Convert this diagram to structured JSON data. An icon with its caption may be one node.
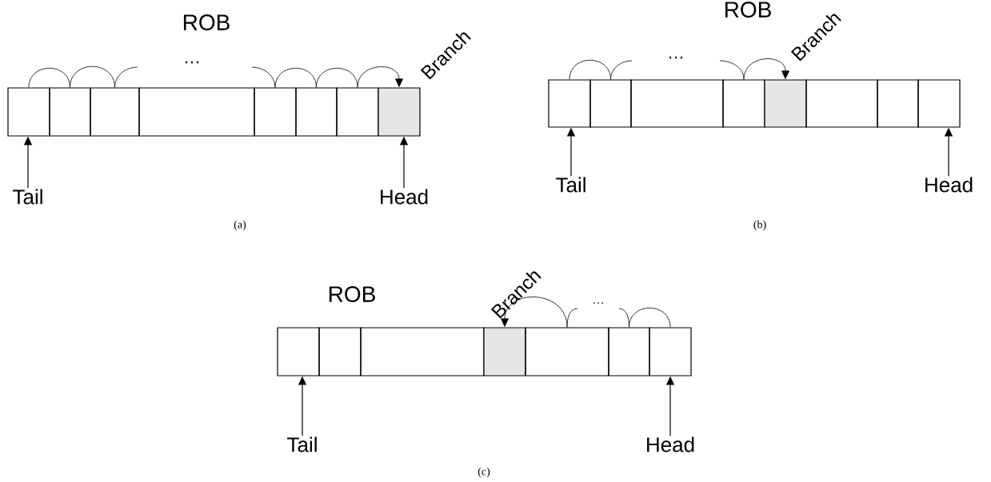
{
  "diagram": {
    "nodes": [
      {
        "text": [],
        "shape": "box"
      },
      {
        "text": [],
        "shape": "box"
      },
      {
        "text": [],
        "shape": "box"
      },
      {
        "text": [],
        "shape": "box"
      },
      {
        "text": [],
        "shape": "box"
      },
      {
        "text": [],
        "shape": "box"
      },
      {
        "text": [],
        "shape": "box"
      },
      {
        "text": [],
        "shape": "box"
      },
      {
        "text": [
          "Tail"
        ]
      },
      {
        "text": [
          "Head"
        ]
      },
      {
        "text": [],
        "shape": "box"
      },
      {
        "text": [],
        "shape": "box"
      },
      {
        "text": [],
        "shape": "box"
      },
      {
        "text": [],
        "shape": "box"
      },
      {
        "text": [],
        "shape": "box"
      },
      {
        "text": [],
        "shape": "box"
      },
      {
        "text": [],
        "shape": "box"
      },
      {
        "text": [],
        "shape": "box"
      },
      {
        "text": [
          "Tail"
        ]
      },
      {
        "text": [
          "Head"
        ]
      },
      {
        "text": [],
        "shape": "box"
      },
      {
        "text": [],
        "shape": "box"
      },
      {
        "text": [],
        "shape": "box"
      },
      {
        "text": [],
        "shape": "box"
      },
      {
        "text": [],
        "shape": "box"
      },
      {
        "text": [],
        "shape": "box"
      },
      {
        "text": [],
        "shape": "box"
      },
      {
        "text": [
          "Tail"
        ]
      },
      {
        "text": [
          "Head"
        ]
      }
    ],
    "edges": [
      {
        "from": 0,
        "to": 1,
        "arrow": "none"
      },
      {
        "from": 1,
        "to": 2,
        "arrow": "none"
      },
      {
        "from": 2,
        "to": null,
        "arrow": "none"
      },
      {
        "from": null,
        "to": 4,
        "arrow": "none"
      },
      {
        "from": 4,
        "to": 5,
        "arrow": "none"
      },
      {
        "from": 5,
        "to": 6,
        "arrow": "none"
      },
      {
        "from": 6,
        "to": 7,
        "arrow": "to"
      },
      {
        "from": 10,
        "to": 11,
        "arrow": "none"
      },
      {
        "from": 11,
        "to": null,
        "arrow": "none"
      },
      {
        "from": null,
        "to": 13,
        "arrow": "none"
      },
      {
        "from": 13,
        "to": 14,
        "arrow": "to"
      },
      {
        "from": 26,
        "to": 25,
        "arrow": "none"
      },
      {
        "from": 25,
        "to": null,
        "arrow": "none"
      },
      {
        "from": null,
        "to": 24,
        "arrow": "none"
      },
      {
        "from": 24,
        "to": 23,
        "arrow": "to"
      },
      {
        "from": 8,
        "to": 0,
        "arrow": "to"
      },
      {
        "from": 9,
        "to": 7,
        "arrow": "to"
      },
      {
        "from": 18,
        "to": 10,
        "arrow": "to"
      },
      {
        "from": 19,
        "to": 17,
        "arrow": "to"
      },
      {
        "from": 27,
        "to": 20,
        "arrow": "to"
      },
      {
        "from": 28,
        "to": 26,
        "arrow": "to"
      }
    ],
    "labels": [
      "ROB",
      "…",
      "Branch",
      "(a)",
      "ROB",
      "…",
      "Branch",
      "(b)",
      "ROB",
      "Branch",
      "…",
      "(c)"
    ]
  }
}
